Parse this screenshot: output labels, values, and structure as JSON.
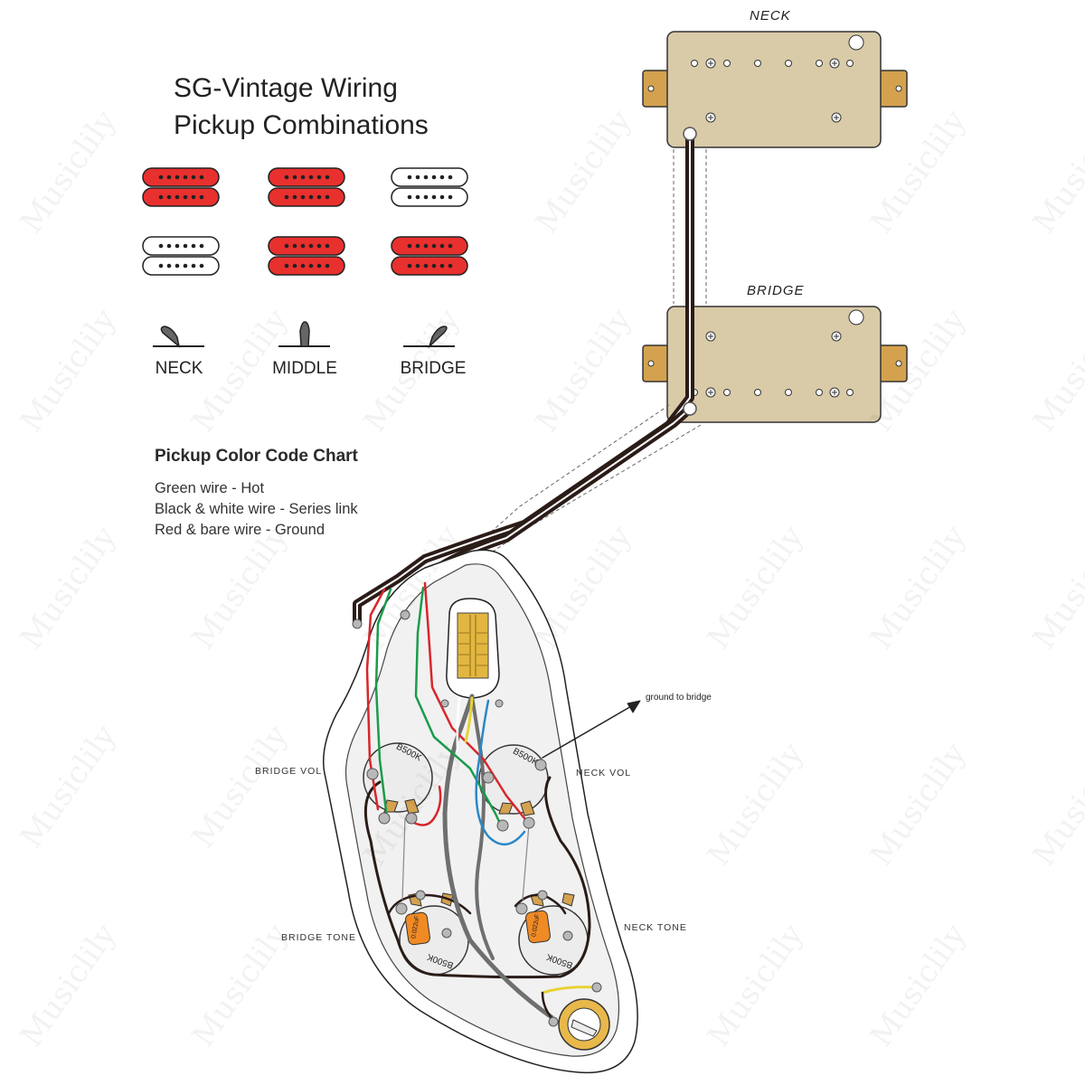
{
  "title": {
    "line1": "SG-Vintage Wiring",
    "line2": "Pickup Combinations"
  },
  "combinations": [
    {
      "top": "active",
      "bottom": "active"
    },
    {
      "top": "active",
      "bottom": "active"
    },
    {
      "top": "inactive",
      "bottom": "inactive"
    },
    {
      "top": "inactive",
      "bottom": "inactive"
    },
    {
      "top": "active",
      "bottom": "active"
    },
    {
      "top": "active",
      "bottom": "active"
    }
  ],
  "colors": {
    "active": "#e8302e",
    "inactive": "#ffffff",
    "pickup_cover": "#d9cba8",
    "tab": "#d4a24e",
    "wire_black": "#2b1c18",
    "wire_white": "#ffffff",
    "wire_red": "#d8262b",
    "wire_green": "#1a9c4a",
    "wire_blue": "#2a87c8",
    "wire_yellow": "#e8d236",
    "pot": "#ececec",
    "cap": "#f08a24",
    "plate": "#f1f1f1"
  },
  "switch_positions": [
    {
      "label": "NECK"
    },
    {
      "label": "MIDDLE"
    },
    {
      "label": "BRIDGE"
    }
  ],
  "color_chart": {
    "title": "Pickup Color Code Chart",
    "lines": [
      "Green wire - Hot",
      "Black & white wire - Series link",
      "Red & bare wire - Ground"
    ]
  },
  "pickups": {
    "neck_label": "NECK",
    "bridge_label": "BRIDGE"
  },
  "controls": {
    "bridge_vol": "BRIDGE  VOL",
    "neck_vol": "NECK  VOL",
    "bridge_tone": "BRIDGE  TONE",
    "neck_tone": "NECK  TONE",
    "pot_value": "B500K",
    "cap_value": "0.022uF",
    "ground_note": "ground to bridge"
  },
  "watermark": {
    "brand": "Musiclily"
  }
}
